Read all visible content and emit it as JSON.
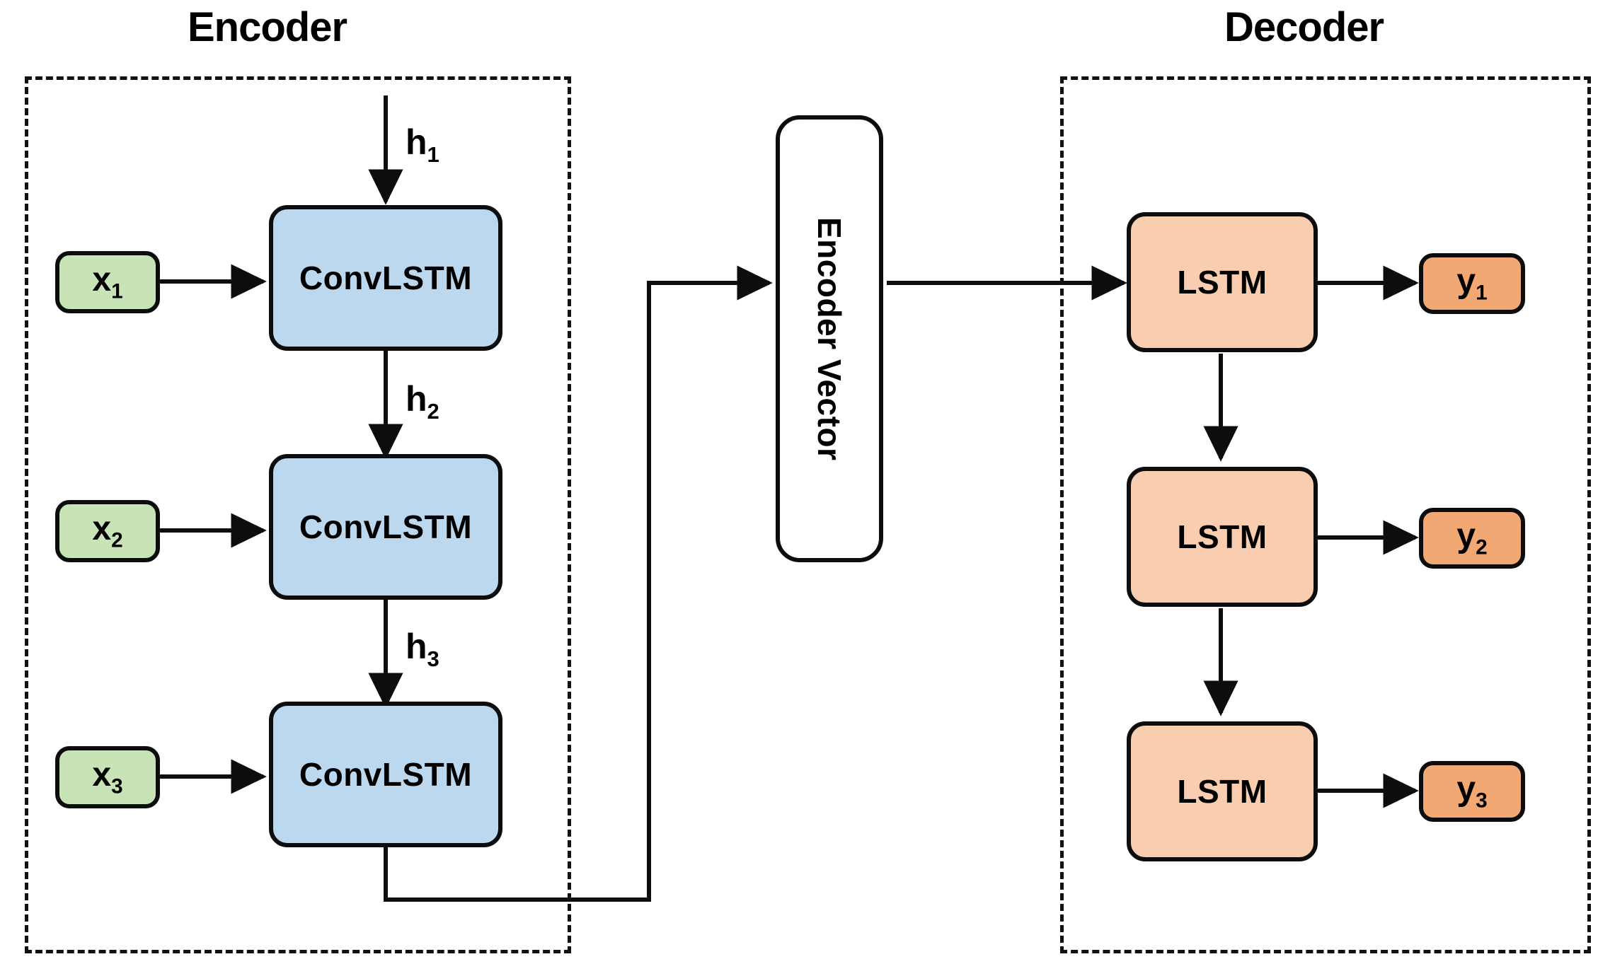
{
  "diagram": {
    "title_encoder": "Encoder",
    "title_decoder": "Decoder",
    "bridge_label": "Encoder Vector",
    "colors": {
      "encoder_cell": "#bcd8ef",
      "decoder_cell": "#f9cdaf",
      "input_box": "#c8e3b6",
      "output_box": "#f2a873",
      "vector_box": "#ffffff",
      "stroke": "#0d0d0d",
      "background": "#ffffff"
    },
    "encoder": {
      "inputs": [
        {
          "base": "x",
          "sub": "1"
        },
        {
          "base": "x",
          "sub": "2"
        },
        {
          "base": "x",
          "sub": "3"
        }
      ],
      "cells": [
        {
          "label": "ConvLSTM"
        },
        {
          "label": "ConvLSTM"
        },
        {
          "label": "ConvLSTM"
        }
      ],
      "hidden_states": [
        {
          "base": "h",
          "sub": "1"
        },
        {
          "base": "h",
          "sub": "2"
        },
        {
          "base": "h",
          "sub": "3"
        }
      ]
    },
    "decoder": {
      "cells": [
        {
          "label": "LSTM"
        },
        {
          "label": "LSTM"
        },
        {
          "label": "LSTM"
        }
      ],
      "outputs": [
        {
          "base": "y",
          "sub": "1"
        },
        {
          "base": "y",
          "sub": "2"
        },
        {
          "base": "y",
          "sub": "3"
        }
      ]
    }
  }
}
